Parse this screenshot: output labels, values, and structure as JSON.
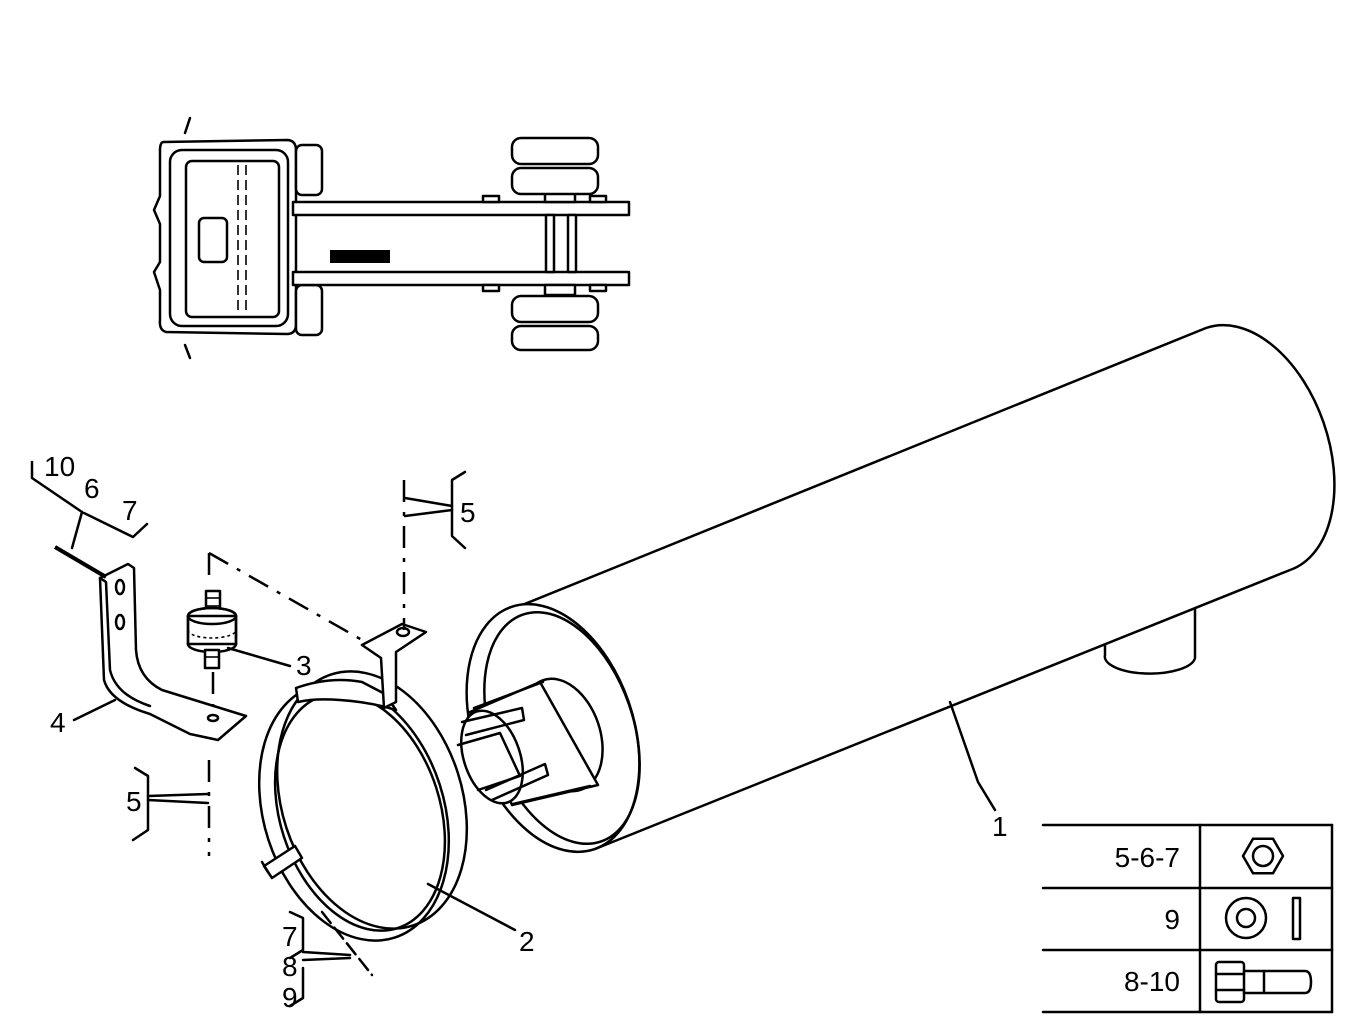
{
  "labels": {
    "l10": "10",
    "l6_top": "6",
    "l7_top": "7",
    "l5_top": "5",
    "l3": "3",
    "l4": "4",
    "l5_bottom": "5",
    "l2": "2",
    "l7_bottom": "7",
    "l8": "8",
    "l9": "9",
    "l1": "1"
  },
  "legend": {
    "rows": [
      {
        "part_numbers": "5-6-7",
        "icon": "hex-nut-icon"
      },
      {
        "part_numbers": "9",
        "icon": "washer-icon"
      },
      {
        "part_numbers": "8-10",
        "icon": "bolt-icon"
      }
    ]
  }
}
